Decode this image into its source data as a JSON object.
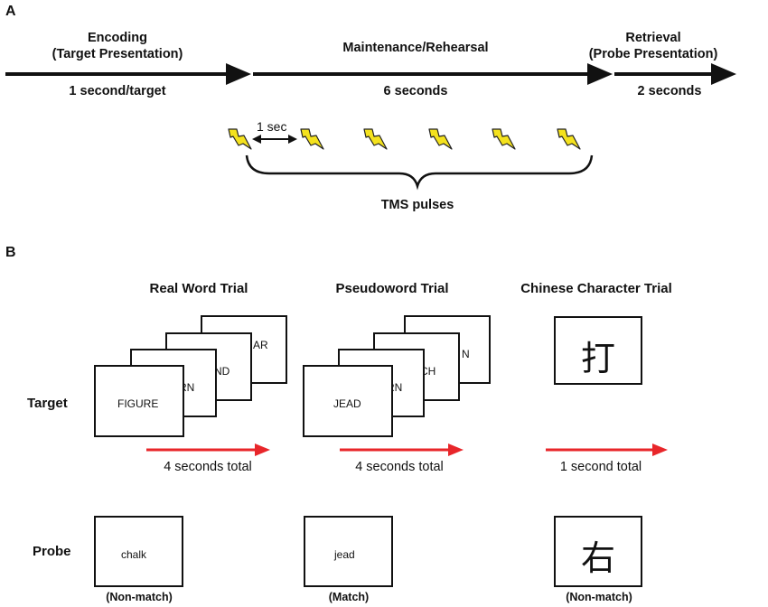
{
  "panel_a": {
    "label": "A",
    "phases": [
      {
        "title_line1": "Encoding",
        "title_line2": "(Target Presentation)",
        "duration": "1 second/target"
      },
      {
        "title_line1": "Maintenance/Rehearsal",
        "title_line2": "",
        "duration": "6 seconds"
      },
      {
        "title_line1": "Retrieval",
        "title_line2": "(Probe Presentation)",
        "duration": "2 seconds"
      }
    ],
    "interval_label": "1 sec",
    "pulses_label": "TMS pulses"
  },
  "panel_b": {
    "label": "B",
    "row_labels": {
      "target": "Target",
      "probe": "Probe"
    },
    "trials": [
      {
        "title": "Real Word Trial",
        "target_cards": [
          "FIGURE",
          "RN",
          "ND",
          "AR"
        ],
        "duration": "4 seconds total",
        "probe": "chalk",
        "result": "(Non-match)"
      },
      {
        "title": "Pseudoword Trial",
        "target_cards": [
          "JEAD",
          "RN",
          "CH",
          "N"
        ],
        "duration": "4 seconds total",
        "probe": "jead",
        "result": "(Match)"
      },
      {
        "title": "Chinese Character Trial",
        "target_char": "打",
        "duration": "1 second total",
        "probe_char": "右",
        "result": "(Non-match)"
      }
    ],
    "colors": {
      "arrow_red": "#e8262a"
    }
  }
}
